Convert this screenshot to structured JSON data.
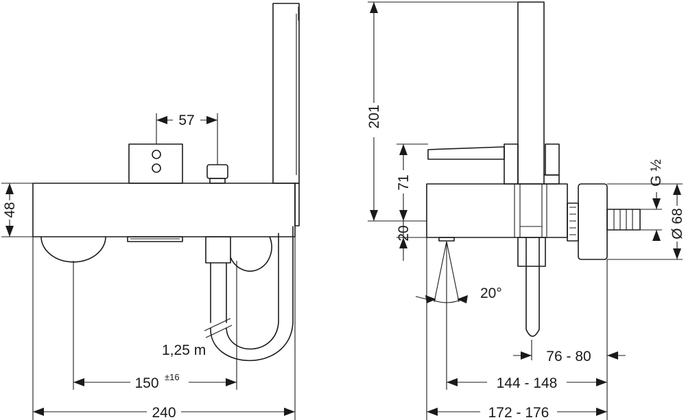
{
  "front_view": {
    "dim_57": "57",
    "dim_48": "48",
    "dim_150": "150",
    "dim_150_tol": "±16",
    "dim_240": "240",
    "hose_length": "1,25 m"
  },
  "side_view": {
    "dim_201": "201",
    "dim_71": "71",
    "dim_20": "20",
    "angle": "20°",
    "thread": "G ½",
    "diameter": "Ø 68",
    "dim_76_80": "76 - 80",
    "dim_144_148": "144 - 148",
    "dim_172_176": "172 - 176"
  }
}
